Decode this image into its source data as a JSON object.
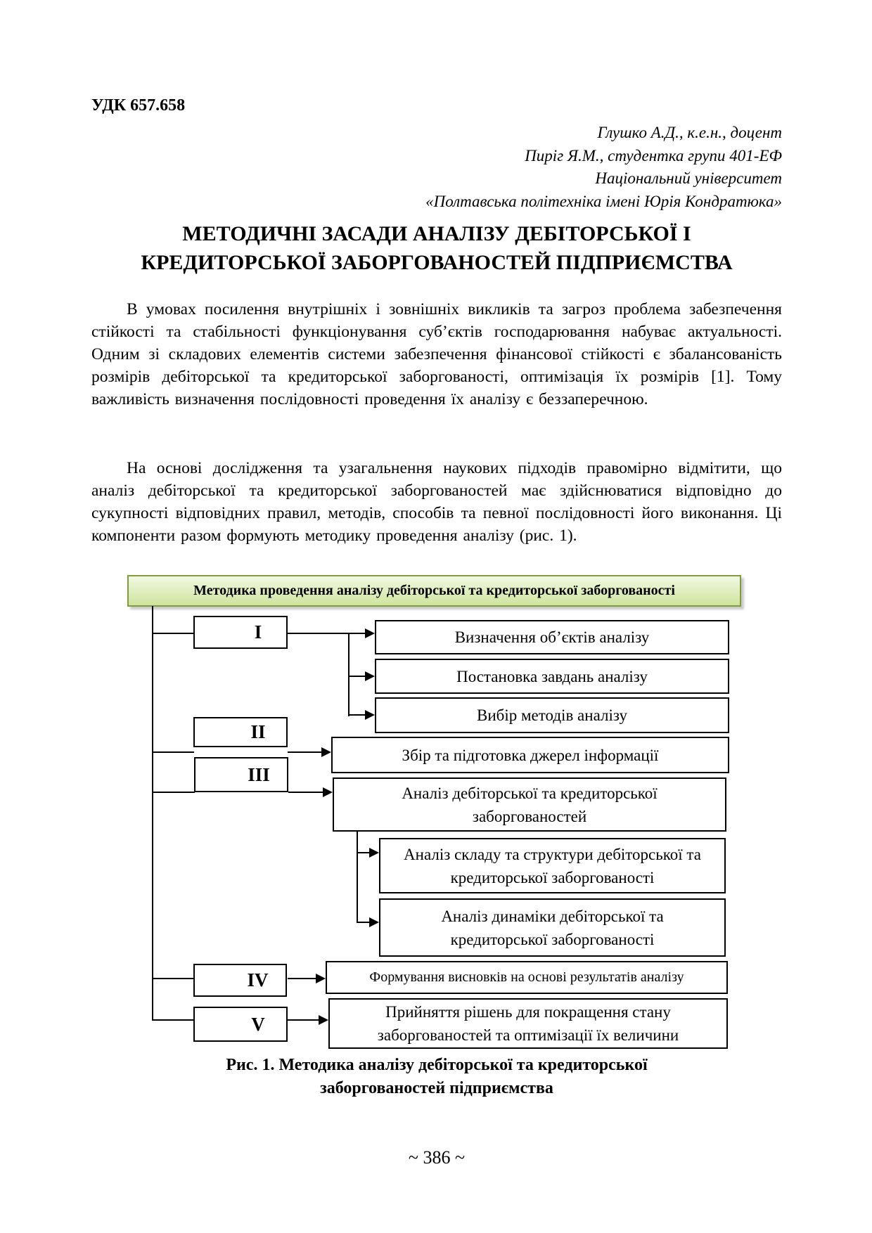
{
  "page": {
    "udk": "УДК 657.658",
    "authors": [
      "Глушко А.Д., к.е.н., доцент",
      "Пиріг Я.М., студентка групи 401-ЕФ",
      "Національний університет",
      "«Полтавська політехніка імені Юрія Кондратюка»"
    ],
    "title_line1": "МЕТОДИЧНІ ЗАСАДИ АНАЛІЗУ ДЕБІТОРСЬКОЇ І",
    "title_line2": "КРЕДИТОРСЬКОЇ ЗАБОРГОВАНОСТЕЙ ПІДПРИЄМСТВА",
    "paragraphs": [
      "В умовах посилення внутрішніх і зовнішніх викликів та загроз проблема забезпечення стійкості та стабільності функціонування суб’єктів господарювання набуває актуальності. Одним зі складових елементів системи забезпечення фінансової стійкості є збалансованість розмірів дебіторської та кредиторської заборгованості, оптимізація їх розмірів [1]. Тому важливість визначення послідовності проведення їх аналізу є беззаперечною.",
      "На основі дослідження та узагальнення наукових підходів правомірно відмітити, що аналіз дебіторської та кредиторської заборгованостей має здійснюватися відповідно до сукупності відповідних правил, методів, способів та певної послідовності його виконання. Ці компоненти разом формують методику проведення аналізу (рис. 1)."
    ],
    "page_number": "~ 386 ~"
  },
  "figure": {
    "header": "Методика проведення аналізу дебіторської та кредиторської заборгованості",
    "stages": [
      "I",
      "II",
      "III",
      "IV",
      "V"
    ],
    "steps": {
      "s1": "Визначення об’єктів аналізу",
      "s2": "Постановка завдань аналізу",
      "s3": "Вибір методів аналізу",
      "s4": "Збір та підготовка джерел інформації",
      "s5": "Аналіз дебіторської та кредиторської заборгованостей",
      "s6": "Аналіз складу та структури дебіторської та кредиторської заборгованості",
      "s7": "Аналіз динаміки дебіторської та кредиторської заборгованості",
      "s8": "Формування висновків на основі результатів аналізу",
      "s9": "Прийняття рішень для покращення стану заборгованостей та оптимізації їх величини"
    },
    "caption_line1": "Рис. 1. Методика аналізу дебіторської та кредиторської",
    "caption_line2": "заборгованостей підприємства",
    "colors": {
      "header_fill_top": "#f2f9e3",
      "header_fill_bottom": "#cfe49e",
      "header_border": "#7f9d3f"
    }
  }
}
